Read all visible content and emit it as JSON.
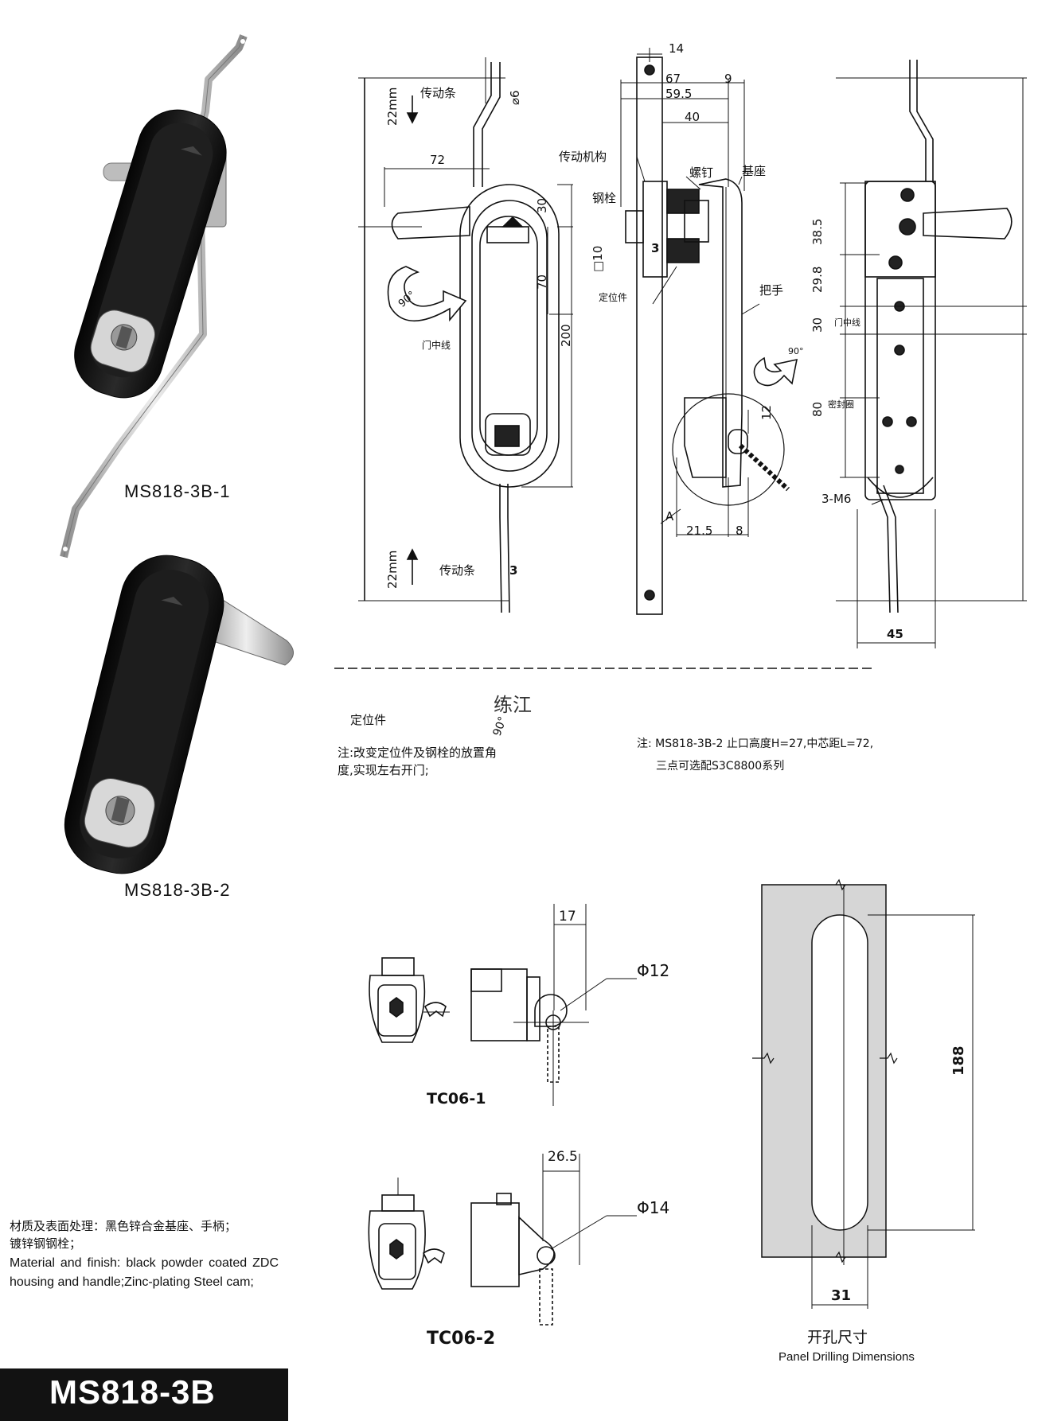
{
  "products": {
    "model_1": "MS818-3B-1",
    "model_2": "MS818-3B-2"
  },
  "front_view": {
    "stroke_top": "22mm",
    "stroke_bottom": "22mm",
    "rod_top": "传动条",
    "rod_bottom": "传动条",
    "dia": "⌀6",
    "w72": "72",
    "d30": "30",
    "d70": "70",
    "d200": "200",
    "angle": "90°",
    "door_line": "门中线",
    "t3": "3"
  },
  "side_view": {
    "d14": "14",
    "d67": "67",
    "d9": "9",
    "d59_5": "59.5",
    "d40": "40",
    "mechanism": "传动机构",
    "screw": "螺钉",
    "base": "基座",
    "bolt": "钢栓",
    "sq10": "□10",
    "t3": "3",
    "locator": "定位件",
    "handle": "把手",
    "angle": "90°",
    "d12": "12",
    "mark_a": "A",
    "d21_5": "21.5",
    "d8": "8"
  },
  "back_view": {
    "d38_5": "38.5",
    "d29_8": "29.8",
    "d30": "30",
    "door_line": "门中线",
    "d80": "80",
    "seal": "密封圈",
    "m6": "3-M6",
    "d45": "45"
  },
  "notes": {
    "locator_label": "定位件",
    "angle": "90°",
    "watermark": "练江",
    "note_left_1": "注:改变定位件及钢栓的放置角",
    "note_left_2": "度,实现左右开门;",
    "note_right_1": "注: MS818-3B-2 止口高度H=27,中芯距L=72,",
    "note_right_2": "三点可选配S3C8800系列"
  },
  "cams": {
    "tc1_width": "17",
    "tc1_dia": "Φ12",
    "tc1_label": "TC06-1",
    "tc2_width": "26.5",
    "tc2_dia": "Φ14",
    "tc2_label": "TC06-2"
  },
  "panel": {
    "height": "188",
    "width": "31",
    "title_cn": "开孔尺寸",
    "title_en": "Panel Drilling Dimensions"
  },
  "material": {
    "cn_1": "材质及表面处理：黑色锌合金基座、手柄；",
    "cn_2": "镀锌钢钢栓；",
    "en": "Material and finish: black powder coated ZDC housing and handle;Zinc-plating Steel cam;"
  },
  "title": "MS818-3B",
  "colors": {
    "handle": "#161616",
    "steel": "#c4c4c4",
    "panel": "#d6d6d6",
    "bar": "#121212"
  }
}
